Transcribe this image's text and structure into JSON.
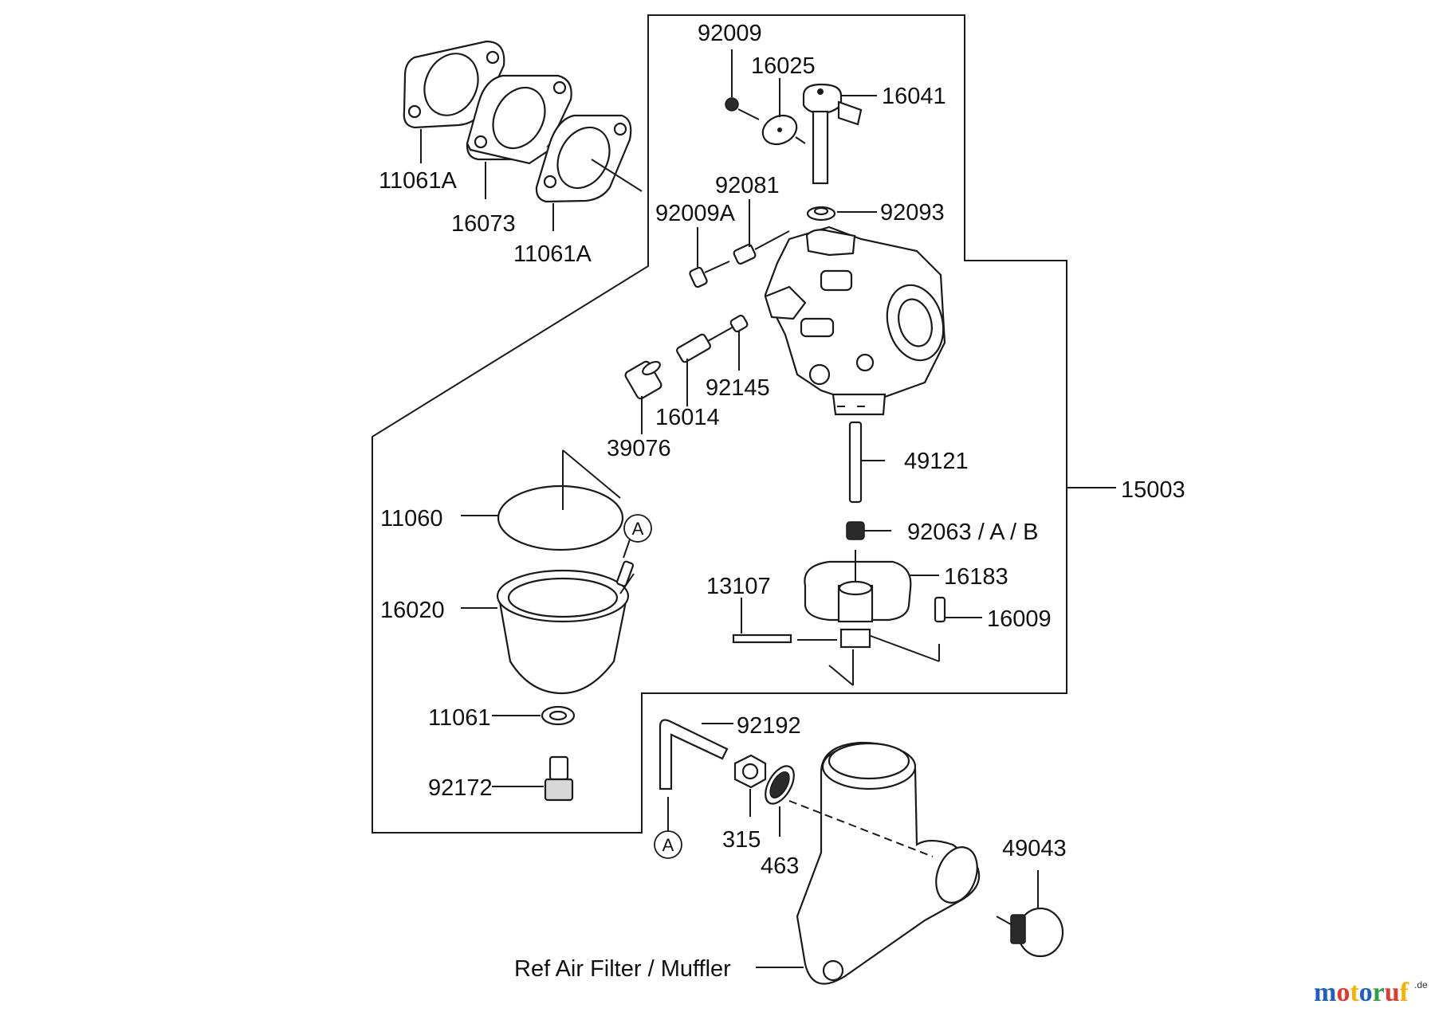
{
  "parts": {
    "p92009": "92009",
    "p16025": "16025",
    "p16041": "16041",
    "p92081": "92081",
    "p92009A": "92009A",
    "p92093": "92093",
    "p11061A_1": "11061A",
    "p16073": "16073",
    "p11061A_2": "11061A",
    "p92145": "92145",
    "p16014": "16014",
    "p39076": "39076",
    "p49121": "49121",
    "p15003": "15003",
    "p11060": "11060",
    "p92063": "92063 / A / B",
    "p16183": "16183",
    "p13107": "13107",
    "p16009": "16009",
    "p16020": "16020",
    "p11061": "11061",
    "p92192": "92192",
    "p92172": "92172",
    "p315": "315",
    "p463": "463",
    "p49043": "49043"
  },
  "reference_note": "Ref Air Filter / Muffler",
  "callout_marker": "A",
  "watermark": {
    "text": "motoruf",
    "suffix": ".de",
    "letter_colors": [
      "#1f5fbf",
      "#e03a2f",
      "#f2b400",
      "#1f5fbf",
      "#2f9e44",
      "#e03a2f",
      "#f2b400"
    ]
  }
}
